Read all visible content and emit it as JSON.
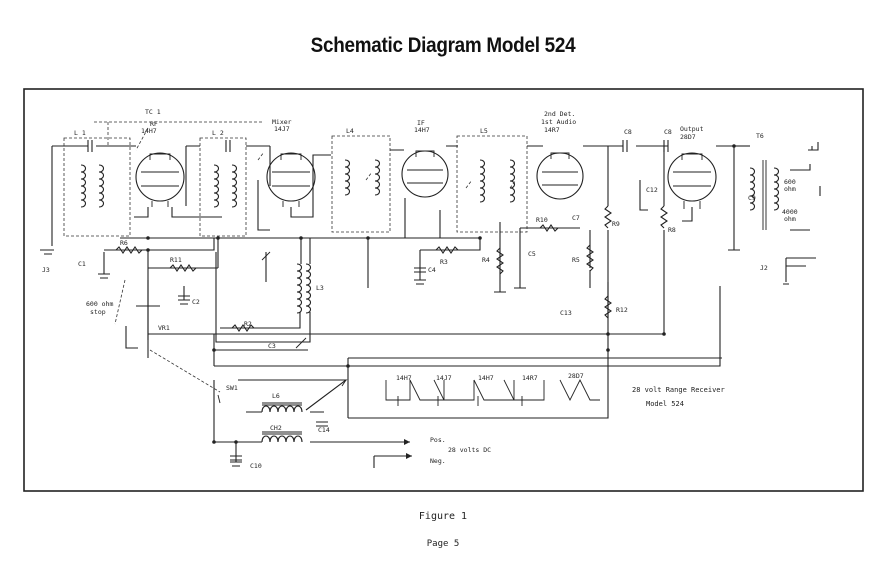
{
  "title": "Schematic Diagram Model 524",
  "figure_label": "Figure 1",
  "page_label": "Page 5",
  "description": {
    "line1": "28 volt Range Receiver",
    "line2": "Model 524"
  },
  "power": {
    "pos": "Pos.",
    "voltage": "28 volts DC",
    "neg": "Neg."
  },
  "tubes": {
    "rf_role": "RF",
    "rf_type": "14H7",
    "mixer_role": "Mixer",
    "mixer_type": "14J7",
    "if_role": "IF",
    "if_type": "14H7",
    "det_role1": "2nd Det.",
    "det_role2": "1st Audio",
    "det_type": "14R7",
    "out_role": "Output",
    "out_type": "28D7"
  },
  "heaters": [
    "14H7",
    "14J7",
    "14H7",
    "14R7",
    "28D7"
  ],
  "components": {
    "l1": "L 1",
    "l2": "L 2",
    "l3": "L3",
    "l4": "L4",
    "l5": "L5",
    "l6": "L6",
    "tc1": "TC 1",
    "t6": "T6",
    "ch2": "CH2",
    "c1": "C1",
    "c2": "C2",
    "c3": "C3",
    "c4": "C4",
    "c5": "C5",
    "c7": "C7",
    "c8a": "C8",
    "c8b": "C8",
    "c9": "C9",
    "c10": "C10",
    "c12": "C12",
    "c13": "C13",
    "c14": "C14",
    "r2": "R2",
    "r3": "R3",
    "r4": "R4",
    "r5": "R5",
    "r6": "R6",
    "r8": "R8",
    "r9": "R9",
    "r10": "R10",
    "r11": "R11",
    "r12": "R12",
    "vr1": "VR1",
    "sw1": "SW1",
    "j2": "J2",
    "j3": "J3"
  },
  "annotations": {
    "stop_line1": "600 ohm",
    "stop_line2": "stop",
    "ohm600": "600",
    "ohm600_unit": "ohm",
    "ohm4000": "4000",
    "ohm4000_unit": "ohm"
  }
}
